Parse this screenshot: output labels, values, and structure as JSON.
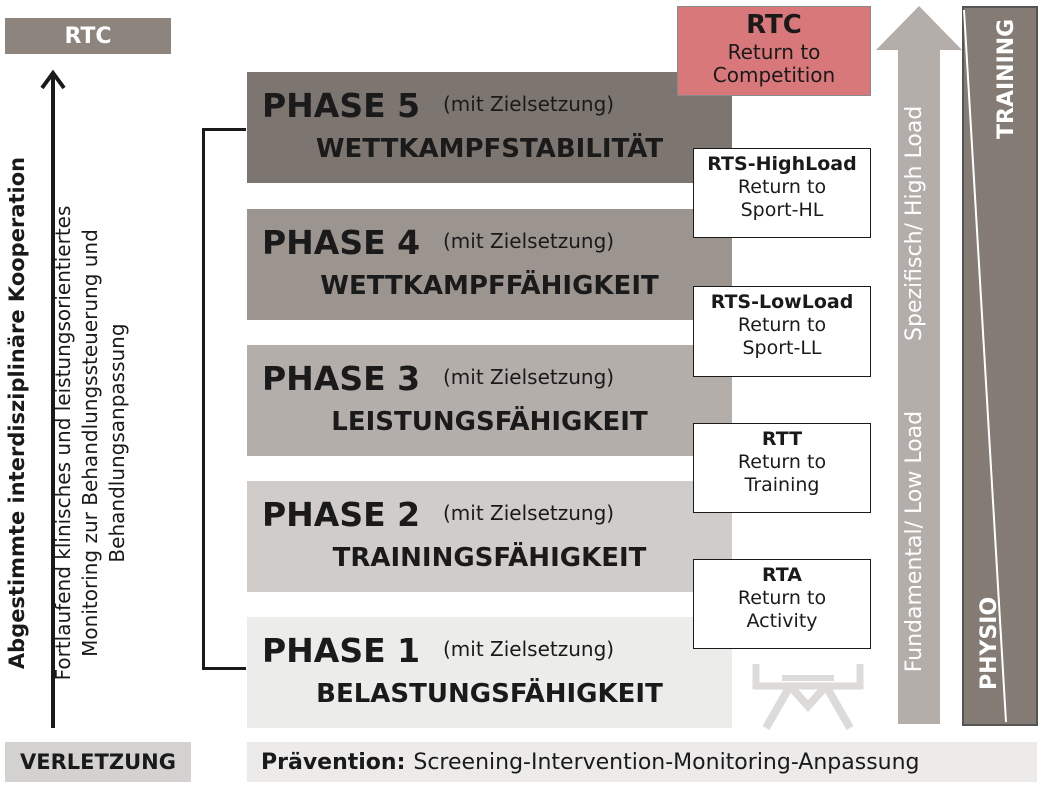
{
  "rtc_label": "RTC",
  "left": {
    "cooperation": "Abgestimmte interdisziplinäre Kooperation",
    "monitoring": "Fortlaufend klinisches und leistungsorientiertes Monitoring zur Behandlungssteuerung und Behandlungsanpassung"
  },
  "phases": [
    {
      "title": "PHASE 5",
      "goal": "(mit Zielsetzung)",
      "name": "WETTKAMPFSTABILITÄT"
    },
    {
      "title": "PHASE 4",
      "goal": "(mit Zielsetzung)",
      "name": "WETTKAMPFFÄHIGKEIT"
    },
    {
      "title": "PHASE 3",
      "goal": "(mit Zielsetzung)",
      "name": "LEISTUNGSFÄHIGKEIT"
    },
    {
      "title": "PHASE 2",
      "goal": "(mit Zielsetzung)",
      "name": "TRAININGSFÄHIGKEIT"
    },
    {
      "title": "PHASE 1",
      "goal": "(mit Zielsetzung)",
      "name": "BELASTUNGSFÄHIGKEIT"
    }
  ],
  "returns": {
    "rtc": {
      "abbr": "RTC",
      "line1": "Return to",
      "line2": "Competition",
      "color": "#d9787a"
    },
    "rts_hl": {
      "abbr": "RTS-HighLoad",
      "line1": "Return to",
      "line2": "Sport-HL"
    },
    "rts_ll": {
      "abbr": "RTS-LowLoad",
      "line1": "Return to",
      "line2": "Sport-LL"
    },
    "rtt": {
      "abbr": "RTT",
      "line1": "Return to",
      "line2": "Training"
    },
    "rta": {
      "abbr": "RTA",
      "line1": "Return to",
      "line2": "Activity"
    }
  },
  "load_axis": "Fundamental/ Low Load          Spezifisch/ High Load",
  "physio_training": {
    "top": "TRAINING",
    "bottom": "PHYSIO"
  },
  "bottom": {
    "injury": "VERLETZUNG",
    "prevention_label": "Prävention:",
    "prevention_text": "Screening-Intervention-Monitoring-Anpassung"
  }
}
